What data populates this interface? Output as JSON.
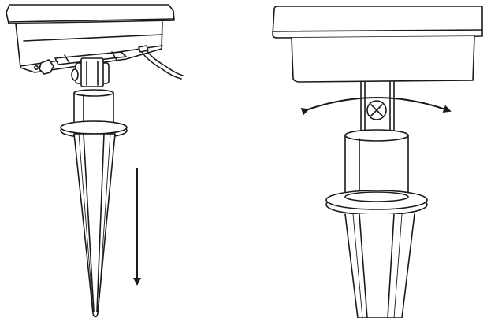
{
  "illustration": {
    "left_panel": {
      "subject": "solar-panel-ground-stake-insertion",
      "arrow_direction": "down"
    },
    "right_panel": {
      "subject": "solar-panel-angle-adjustment",
      "arrow_direction": "left-right",
      "fastener": "cross-head-screw"
    },
    "colors": {
      "line": "#1a1a1a",
      "fill": "#ffffff"
    }
  }
}
